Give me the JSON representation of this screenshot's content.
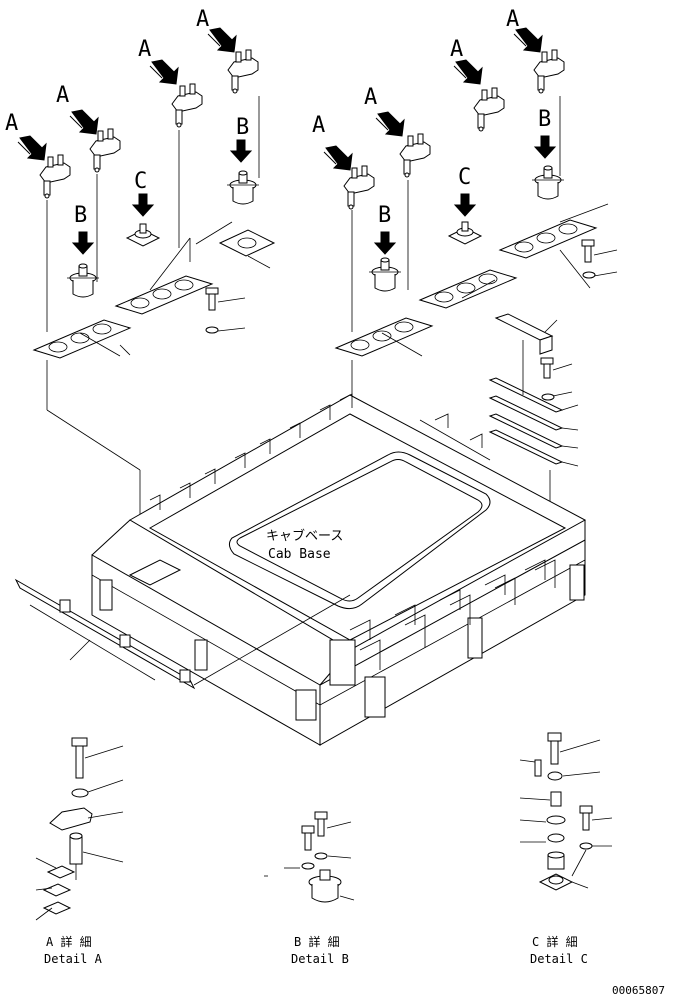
{
  "labels": {
    "A": "A",
    "B": "B",
    "C": "C"
  },
  "center_label": {
    "japanese": "キャブベース",
    "english": "Cab Base"
  },
  "details": {
    "a": {
      "japanese": "A 詳 細",
      "english": "Detail A"
    },
    "b": {
      "japanese": "B 詳 細",
      "english": "Detail B"
    },
    "c": {
      "japanese": "C 詳 細",
      "english": "Detail C"
    }
  },
  "drawing_number": "00065807"
}
